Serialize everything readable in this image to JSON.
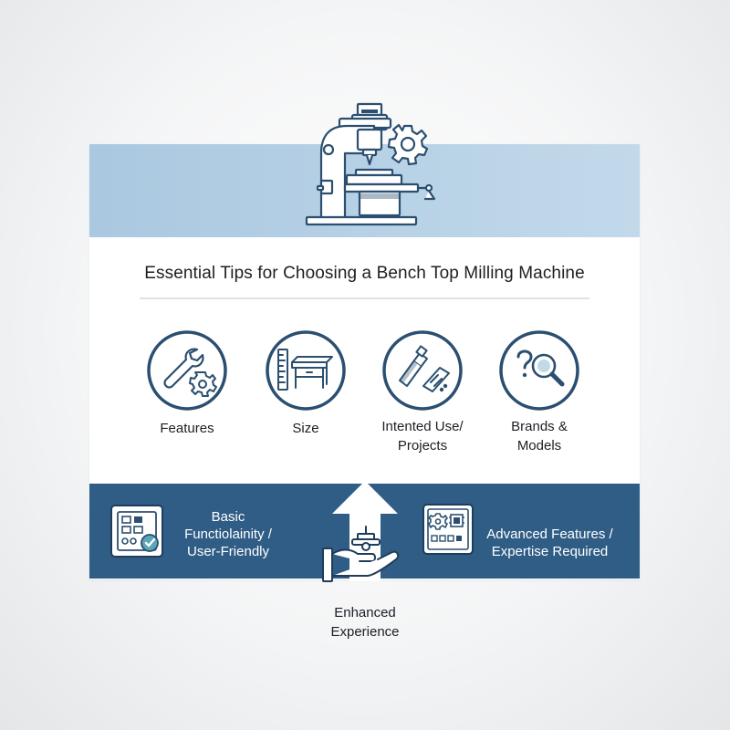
{
  "title": "Essential Tips for Choosing a Bench Top Milling Machine",
  "tips": [
    {
      "label": "Features",
      "icon": "wrench-gear-icon"
    },
    {
      "label": "Size",
      "icon": "ruler-desk-icon"
    },
    {
      "label_lines": [
        "Intented Use/",
        "Projects"
      ],
      "icon": "tool-workpiece-icon"
    },
    {
      "label_lines": [
        "Brands &",
        "Models"
      ],
      "icon": "question-magnifier-icon"
    }
  ],
  "band": {
    "left": {
      "lines": [
        "Basic",
        "Functiolainity /",
        "User-Friendly"
      ],
      "icon": "control-panel-check-icon"
    },
    "right": {
      "lines": [
        "Advanced Features /",
        "Expertise Required"
      ],
      "icon": "advanced-panel-icon"
    }
  },
  "center": {
    "lines": [
      "Enhanced",
      "Experience"
    ],
    "icon": "hand-up-arrow-icon"
  },
  "colors": {
    "hero_gradient_start": "#aac8e0",
    "hero_gradient_end": "#c2d9ea",
    "band": "#305d86",
    "icon_stroke": "#2b4f70",
    "text": "#1b1f24"
  }
}
